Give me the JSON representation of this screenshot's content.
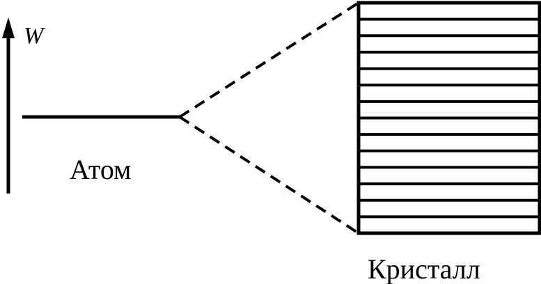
{
  "axis": {
    "label": "W"
  },
  "atom": {
    "label": "Атом"
  },
  "crystal": {
    "label": "Кристалл",
    "band_level_count": 15
  },
  "colors": {
    "ink": "#000000",
    "background": "#ffffff"
  }
}
